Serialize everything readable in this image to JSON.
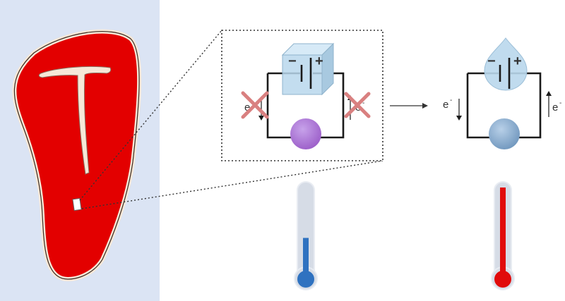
{
  "labels": {
    "electron": "e",
    "superscript": "-",
    "battery_minus": "−",
    "battery_plus": "+"
  },
  "colors": {
    "panel": "#dbe4f4",
    "steak_fill": "#e30000",
    "steak_outline": "#f6e8d8",
    "bone": "#f6e8d8",
    "cross": "#d98080",
    "cold_bulb": "#9b5dc8",
    "warm_bulb": "#6f96bd",
    "ice_cube": "#b9d7ec",
    "water_drop": "#b9d7ec",
    "thermo_cold_fluid": "#2f72c0",
    "thermo_hot_fluid": "#e10b0b",
    "thermo_tube": "#d6dce6"
  },
  "icons": {
    "ice_cube": "ice-cube-icon",
    "water_drop": "water-drop-icon",
    "cold_thermometer": "thermometer-cold-icon",
    "hot_thermometer": "thermometer-hot-icon",
    "transition_arrow": "arrow-right-icon"
  },
  "thermometers": {
    "cold_fill_fraction": 0.45,
    "hot_fill_fraction": 1.0
  }
}
